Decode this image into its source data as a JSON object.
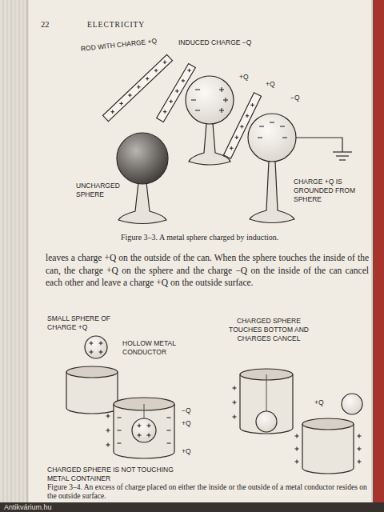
{
  "diagram": {
    "labels": [
      "22",
      "ELECTRICITY",
      "ROD WITH CHARGE +Q",
      "INDUCED CHARGE −Q",
      "+Q",
      "+Q",
      "−Q",
      "UNCHARGED SPHERE",
      "CHARGE +Q IS GROUNDED FROM SPHERE",
      "Figure 3–3. A metal sphere charged by induction.",
      "leaves a charge +Q on the outside of the can. When the sphere touches the inside of the can, the charge +Q on the sphere and the charge −Q on the inside of the can cancel each other and leave a charge +Q on the outside surface.",
      "SMALL SPHERE OF CHARGE +Q",
      "HOLLOW METAL CONDUCTOR",
      "CHARGED SPHERE TOUCHES BOTTOM AND CHARGES CANCEL",
      "−Q",
      "+Q",
      "+Q",
      "+Q",
      "CHARGED SPHERE IS NOT TOUCHING METAL CONTAINER",
      "Figure 3–4. An excess of charge placed on either the inside or the outside of a metal conductor resides on the outside surface.",
      "Antikvárium.hu"
    ]
  }
}
